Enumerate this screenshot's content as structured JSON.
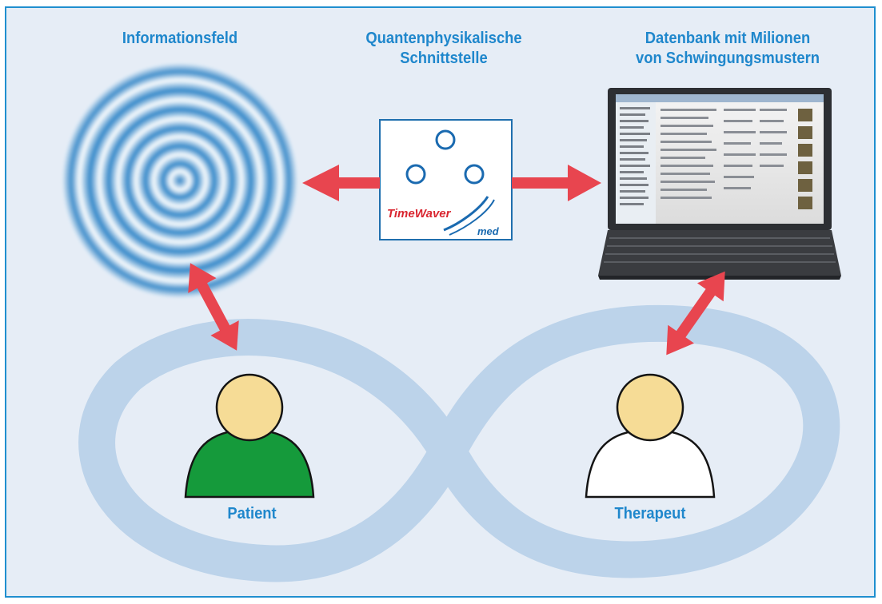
{
  "labels": {
    "informationsfeld": "Informationsfeld",
    "interface_line1": "Quantenphysikalische",
    "interface_line2": "Schnittstelle",
    "database_line1": "Datenbank mit Milionen",
    "database_line2": "von Schwingungsmustern",
    "patient": "Patient",
    "therapeut": "Therapeut"
  },
  "logo": {
    "brand": "TimeWaver",
    "suffix": "med"
  },
  "colors": {
    "frame_border": "#1f8fcf",
    "background": "#e6edf6",
    "label_text": "#1f87cc",
    "arrow": "#e8454f",
    "infinity_band": "#bcd3ea",
    "ripple_blue": "#2f86c8",
    "patient_shirt": "#159a3b",
    "head_fill": "#f6dc96",
    "therapist_shirt": "#ffffff"
  },
  "icons": [
    "information-field-ripple-icon",
    "interface-device-icon",
    "laptop-icon",
    "patient-person-icon",
    "therapist-person-icon"
  ]
}
